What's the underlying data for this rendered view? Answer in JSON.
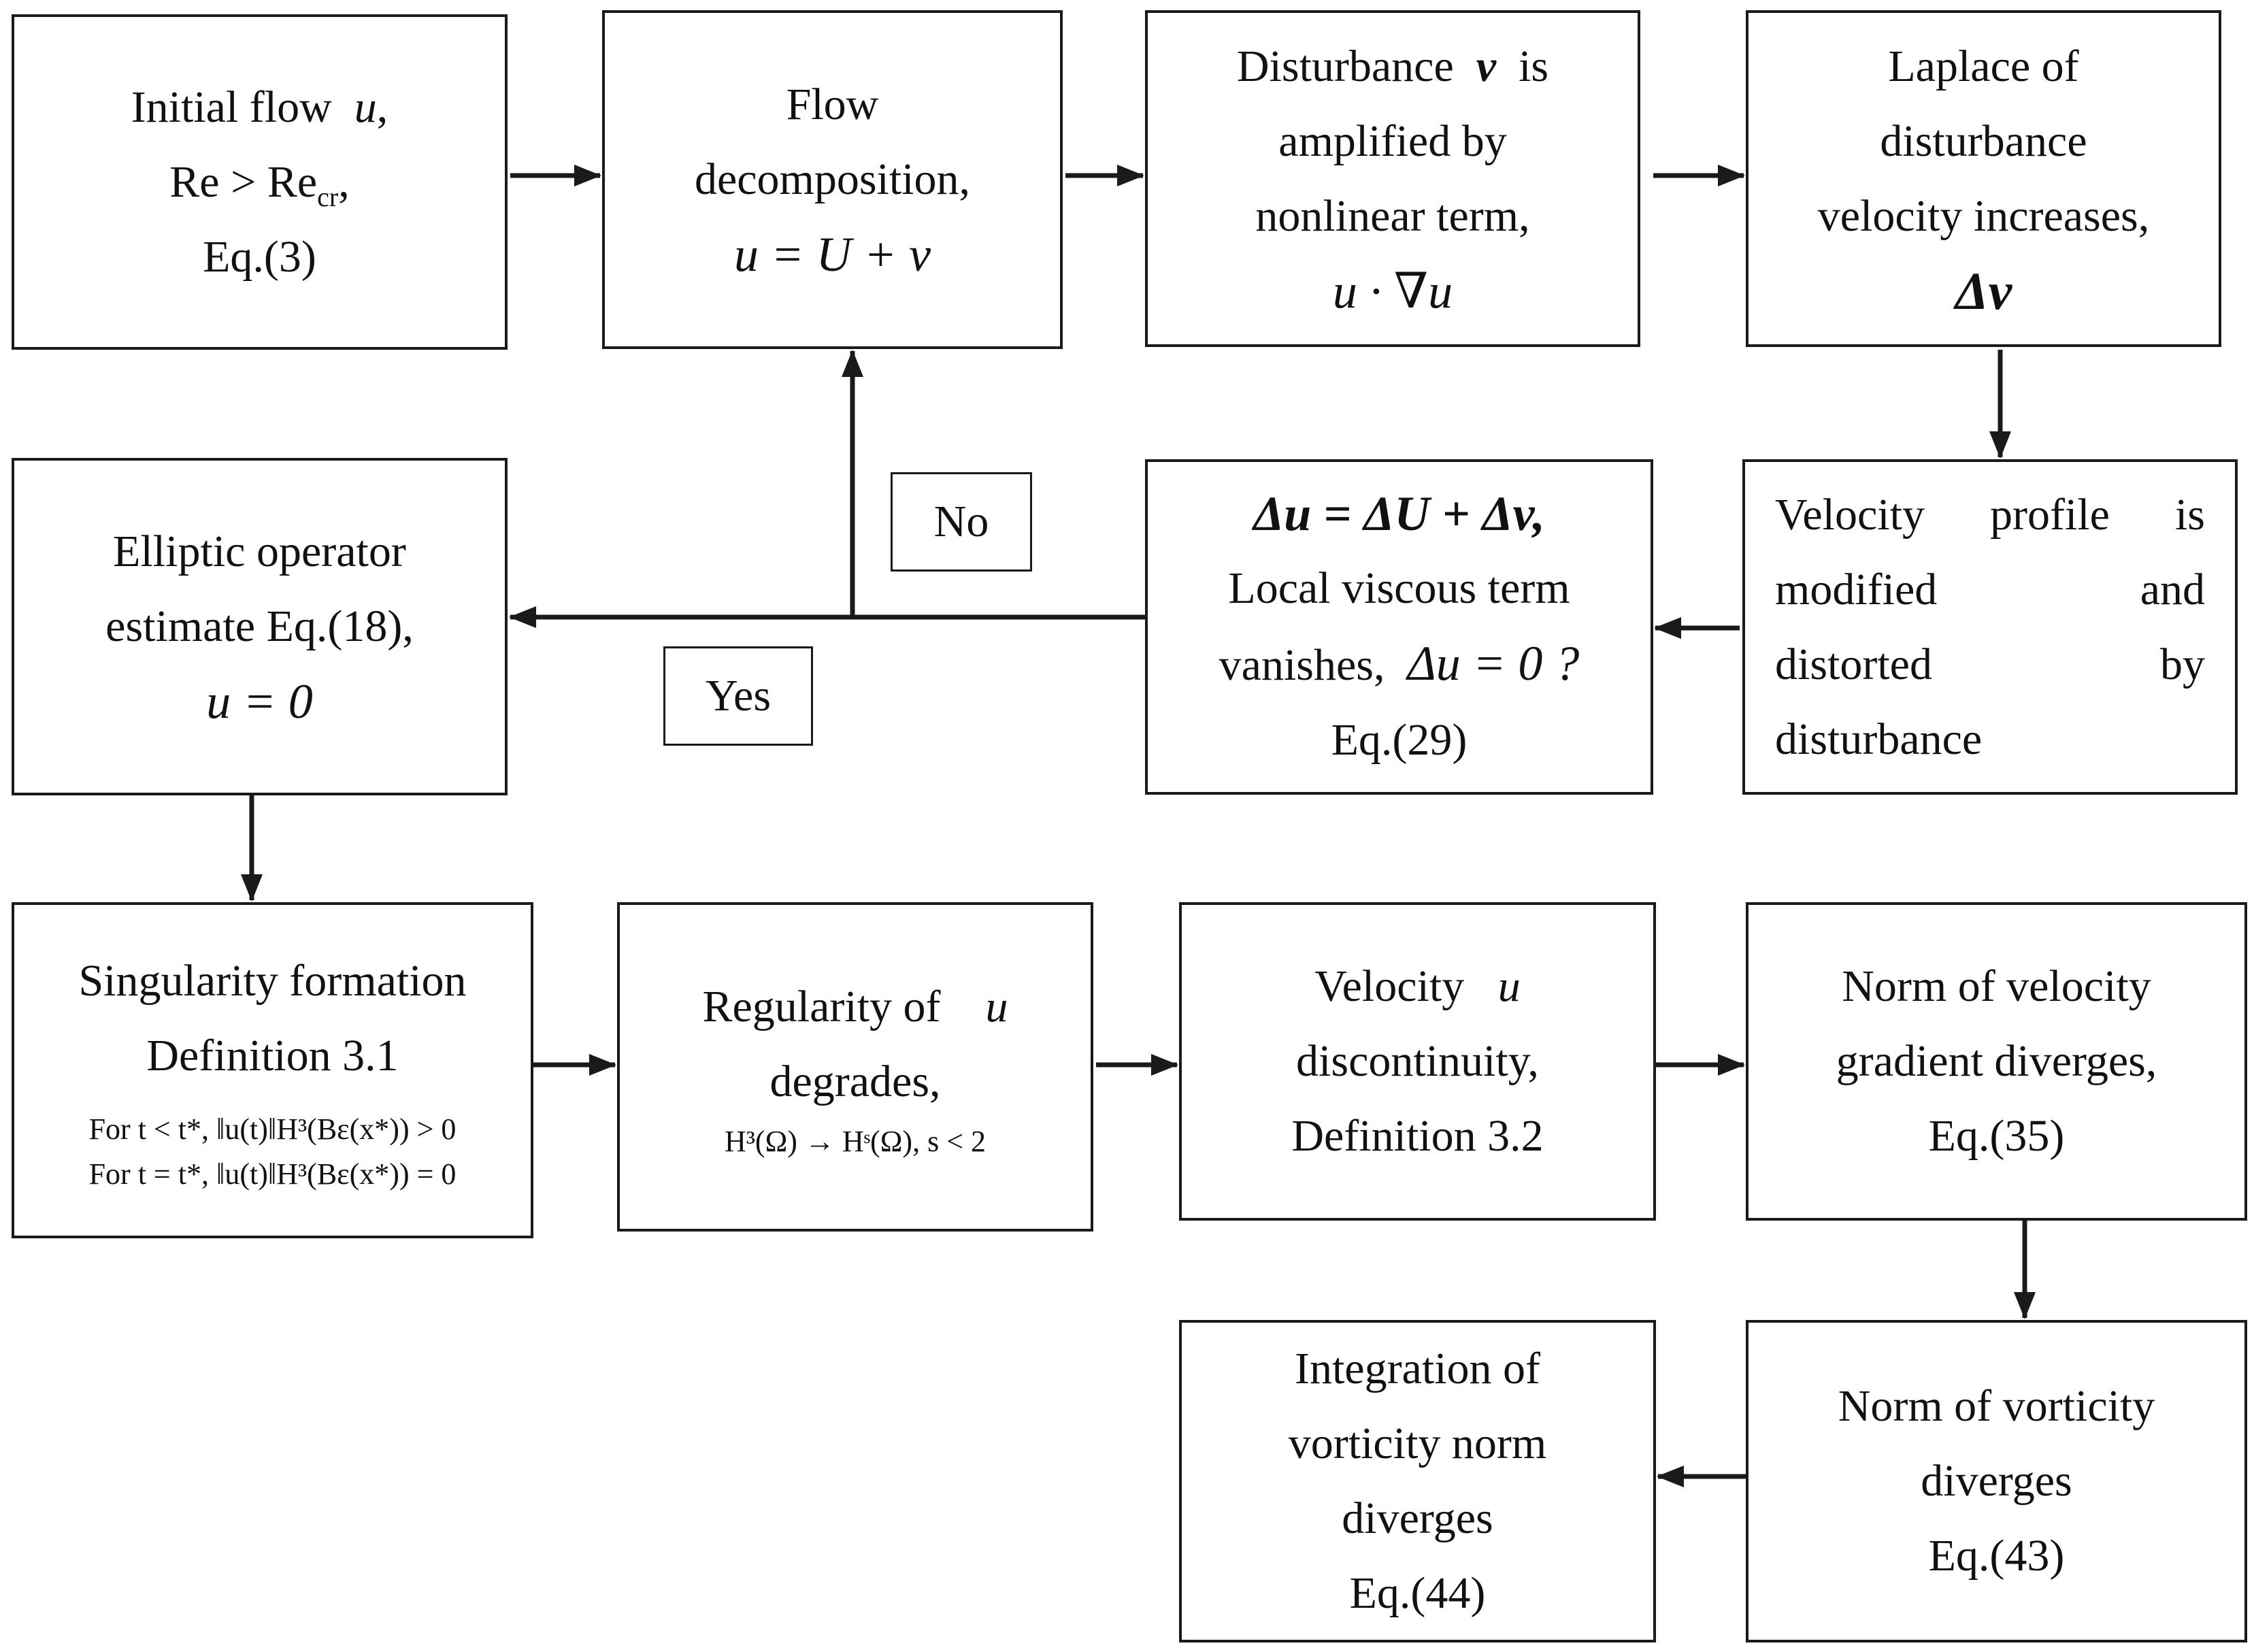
{
  "boxes": {
    "initial_flow": {
      "l1_text": "Initial flow",
      "l1_var": "u",
      "l1_end": ",",
      "l2_re": "Re > Re",
      "l2_sub": "cr",
      "l2_end": ",",
      "l3": "Eq.(3)"
    },
    "flow_decomposition": {
      "l1": "Flow",
      "l2": "decomposition,",
      "l3_eq": "u = U + v"
    },
    "disturbance": {
      "l1_text": "Disturbance",
      "l1_var": "v",
      "l1_end": "is",
      "l2": "amplified by",
      "l3": "nonlinear term,",
      "l4": "u · ∇u"
    },
    "laplace": {
      "l1": "Laplace of",
      "l2": "disturbance",
      "l3": "velocity increases,",
      "l4": "Δv"
    },
    "elliptic": {
      "l1": "Elliptic operator",
      "l2": "estimate Eq.(18),",
      "l3": "u = 0"
    },
    "local_viscous": {
      "l1": "Δu = ΔU + Δv,",
      "l2": "Local viscous term",
      "l3_text": "vanishes,",
      "l3_eq": "Δu = 0 ?",
      "l4": "Eq.(29)"
    },
    "velocity_profile": {
      "l1": "Velocity profile is",
      "l2": "modified and",
      "l3": "distorted by",
      "l4": "disturbance"
    },
    "singularity": {
      "l1": "Singularity formation",
      "l2": "Definition 3.1",
      "l3": "For t < t*, ‖u(t)‖H³(Bε(x*)) > 0",
      "l4": "For t = t*, ‖u(t)‖H³(Bε(x*)) = 0"
    },
    "regularity": {
      "l1_text": "Regularity of",
      "l1_var": "u",
      "l2": "degrades,",
      "l3": "H³(Ω) → Hˢ(Ω), s < 2"
    },
    "discontinuity": {
      "l1_text": "Velocity",
      "l1_var": "u",
      "l2": "discontinuity,",
      "l3": "Definition 3.2"
    },
    "gradient_norm": {
      "l1": "Norm of velocity",
      "l2": "gradient diverges,",
      "l3": "Eq.(35)"
    },
    "vorticity_integration": {
      "l1": "Integration of",
      "l2": "vorticity norm",
      "l3": "diverges",
      "l4": "Eq.(44)"
    },
    "vorticity_norm": {
      "l1": "Norm of vorticity",
      "l2": "diverges",
      "l3": "Eq.(43)"
    }
  },
  "labels": {
    "no": "No",
    "yes": "Yes"
  },
  "colors": {
    "stroke": "#1a1a1a",
    "text": "#111111",
    "background": "#ffffff"
  }
}
